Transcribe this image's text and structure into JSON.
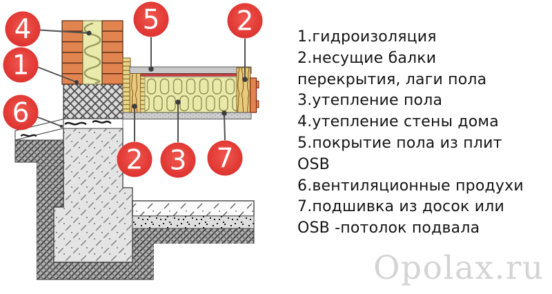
{
  "legend": {
    "lines": [
      "1.гидроизоляция",
      "2.несущие балки",
      "перекрытия, лаги пола",
      "3.утепление пола",
      "4.утепление стены дома",
      "5.покрытие пола из плит",
      "OSB",
      "6.вентиляционные продухи",
      "7.подшивка из досок или",
      "OSB -потолок подвала"
    ]
  },
  "diagram": {
    "callouts": [
      {
        "id": "4",
        "label": "4"
      },
      {
        "id": "1",
        "label": "1"
      },
      {
        "id": "6",
        "label": "6"
      },
      {
        "id": "5",
        "label": "5"
      },
      {
        "id": "2-top",
        "label": "2"
      },
      {
        "id": "2-bottom",
        "label": "2"
      },
      {
        "id": "3",
        "label": "3"
      },
      {
        "id": "7",
        "label": "7"
      }
    ],
    "watermark": "Opolax.ru"
  },
  "colors": {
    "callout_red": "#e23a35",
    "brick": "#e28450",
    "wall_insulation": "#eaeaad",
    "floor_insulation": "#e9e9a9",
    "wood": "#e6cb7d",
    "hydro_red_line": "#c94040",
    "legend_text": "#141414",
    "watermark_gray": "#d4d4d4"
  }
}
